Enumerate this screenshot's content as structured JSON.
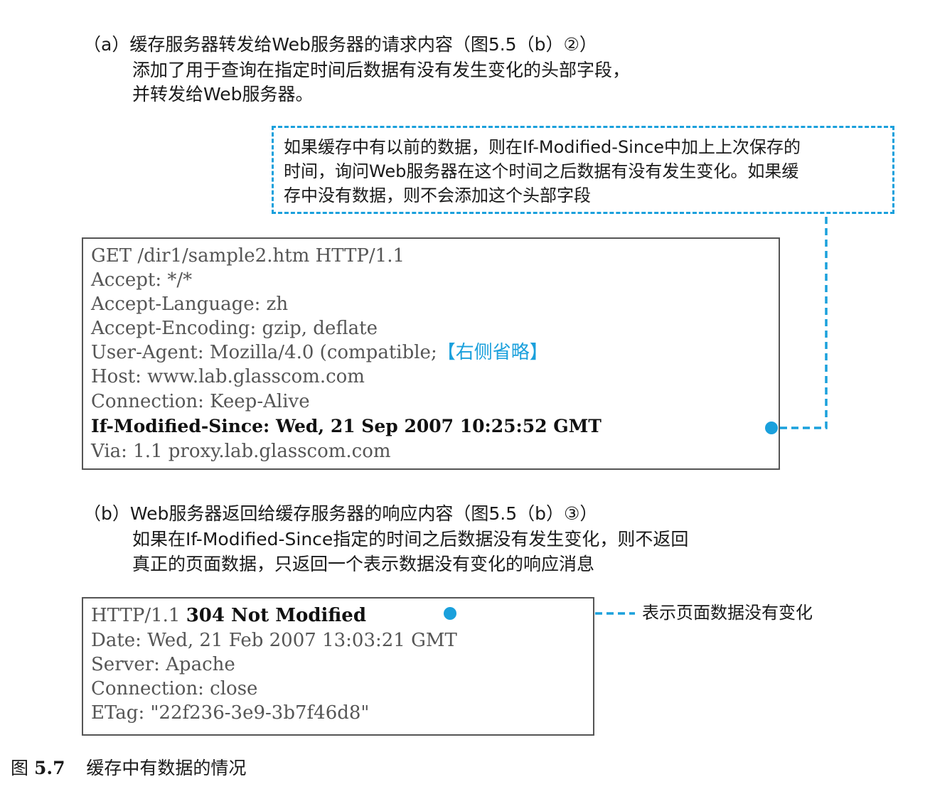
{
  "section_a": {
    "heading": "（a）缓存服务器转发给Web服务器的请求内容（图5.5（b）②）",
    "desc_line1": "添加了用于查询在指定时间后数据有没有发生变化的头部字段，",
    "desc_line2": "并转发给Web服务器。"
  },
  "callout": {
    "line1": "如果缓存中有以前的数据，则在If-Modified-Since中加上上次保存的",
    "line2": "时间，询问Web服务器在这个时间之后数据有没有发生变化。如果缓",
    "line3": "存中没有数据，则不会添加这个头部字段"
  },
  "request": {
    "line1": "GET /dir1/sample2.htm HTTP/1.1",
    "line2": "Accept: */*",
    "line3": "Accept-Language: zh",
    "line4": "Accept-Encoding: gzip, deflate",
    "line5": "User-Agent: Mozilla/4.0 (compatible;",
    "line5_note": "【右侧省略】",
    "line6": "Host: www.lab.glasscom.com",
    "line7": "Connection: Keep-Alive",
    "line8": "If-Modified-Since: Wed, 21 Sep 2007 10:25:52 GMT",
    "line9": "Via: 1.1 proxy.lab.glasscom.com"
  },
  "section_b": {
    "heading": "（b）Web服务器返回给缓存服务器的响应内容（图5.5（b）③）",
    "desc_line1": "如果在If-Modified-Since指定的时间之后数据没有发生变化，则不返回",
    "desc_line2": "真正的页面数据，只返回一个表示数据没有变化的响应消息"
  },
  "response": {
    "line1_prefix": "HTTP/1.1 ",
    "line1_status": "304 Not Modified",
    "line2": "Date: Wed, 21 Feb 2007 13:03:21 GMT",
    "line3": "Server: Apache",
    "line4": "Connection: close",
    "line5": "ETag: \"22f236-3e9-3b7f46d8\""
  },
  "response_note": "表示页面数据没有变化",
  "caption": {
    "label": "图",
    "number": "5.7",
    "text": "缓存中有数据的情况"
  },
  "colors": {
    "accent": "#1aa0dc",
    "code_text": "#555555",
    "border": "#555555"
  }
}
